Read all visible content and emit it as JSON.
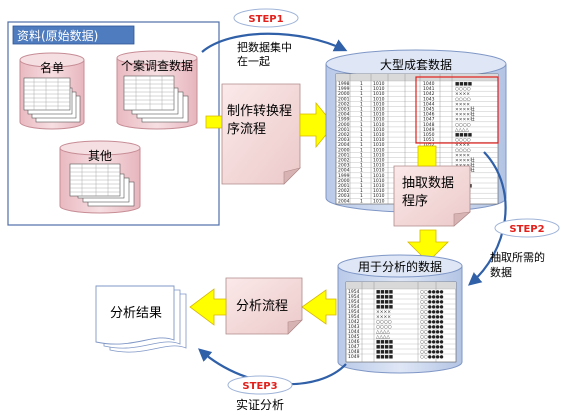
{
  "source_box": {
    "title": "资料(原始数据)",
    "cyl_list": "名单",
    "cyl_survey": "个案调查数据",
    "cyl_other": "其他"
  },
  "step1": {
    "badge": "STEP1",
    "line1": "把数据集中",
    "line2": "在一起"
  },
  "transform": {
    "line1": "制作转换程",
    "line2": "序流程"
  },
  "large_dataset": {
    "title": "大型成套数据",
    "years": [
      "1998",
      "1999",
      "2000",
      "2001",
      "2002",
      "2003",
      "2004",
      "1999",
      "2000",
      "2001",
      "2002",
      "2003",
      "2004",
      "2000",
      "2001",
      "2002",
      "2003",
      "2004",
      "1999",
      "2000",
      "2001",
      "2002",
      "2003",
      "2004"
    ],
    "codes": [
      "1040",
      "1041",
      "1042",
      "1043",
      "1044",
      "1045",
      "1046",
      "1047",
      "1048",
      "1049",
      "1050",
      "1051",
      "1052",
      "1053",
      "1054",
      "1055"
    ],
    "marks": [
      "■■■■",
      "○○○○",
      "××××",
      "○○○○",
      "××××",
      "××××社",
      "××××社",
      "××××社",
      "○○○○",
      "△△△△"
    ]
  },
  "extract": {
    "line1": "抽取数据",
    "line2": "程序"
  },
  "step2": {
    "badge": "STEP2",
    "line1": "抽取所需的",
    "line2": "数据"
  },
  "analysis_data": {
    "title": "用于分析的数据",
    "codes": [
      "1954",
      "1954",
      "1954",
      "1954",
      "1954",
      "1954",
      "1042",
      "1043",
      "1044",
      "1045",
      "1046",
      "1047",
      "1048",
      "1049"
    ],
    "marks": [
      "■■■■",
      "■■■■",
      "■■■■",
      "■■■■",
      "××××",
      "××××",
      "○○○○",
      "○○○○",
      "△△△△",
      "△△△△"
    ],
    "right": [
      "○○●●●●",
      "○○●●●●",
      "○○●●●●",
      "○○●●●●",
      "○○●●●●",
      "○○●●●●",
      "○○●●●●",
      "○○●●●●"
    ]
  },
  "analysis_flow": {
    "label": "分析流程"
  },
  "results": {
    "label": "分析结果"
  },
  "step3": {
    "badge": "STEP3",
    "label": "实证分析"
  },
  "colors": {
    "cyl_fill": "#f2cfd3",
    "cyl_stroke": "#c68c95",
    "db_fill": "#cad7ee",
    "db_stroke": "#7f97c6",
    "box_title": "#4f7cbf",
    "note_fill": "#f5dcdc",
    "arrow_yellow": "#ffff00",
    "arrow_yellow_stroke": "#d6b800",
    "curve_blue": "#3060a8",
    "badge_red": "#e2201c"
  }
}
